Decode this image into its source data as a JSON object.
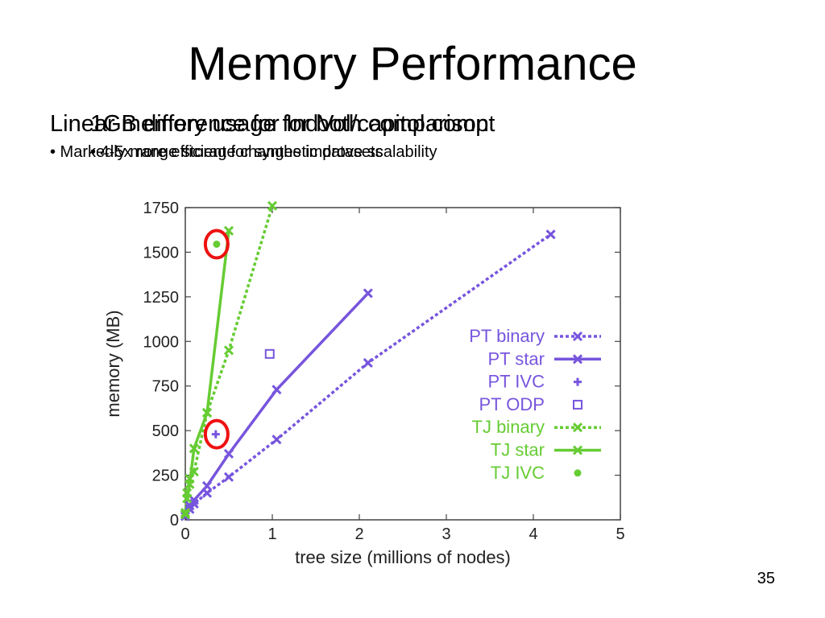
{
  "slide": {
    "title": "Memory Performance",
    "text_a": {
      "line1": "Linear memory usage for both comparison",
      "line2": "• Markedly more efficient for synthetic datasets"
    },
    "text_b": {
      "line1": "1GB difference for IndVol/capitol.compt",
      "line2": "• 4-5x range storage changes improve scalability"
    },
    "page_number": "35"
  },
  "colors": {
    "purple": "#7755dd",
    "green": "#66cc33",
    "highlight": "#ee1111",
    "axis": "#444444"
  },
  "chart_data": {
    "type": "scatter",
    "xlabel": "tree size (millions of nodes)",
    "ylabel": "memory (MB)",
    "xlim": [
      0,
      5
    ],
    "ylim": [
      0,
      1750
    ],
    "xticks": [
      0,
      1,
      2,
      3,
      4,
      5
    ],
    "yticks": [
      0,
      250,
      500,
      750,
      1000,
      1250,
      1500,
      1750
    ],
    "grid": false,
    "legend_position": "right",
    "series": [
      {
        "name": "PT binary",
        "color": "#7755dd",
        "line": "dotted",
        "marker": "x",
        "points": [
          [
            0,
            20
          ],
          [
            0.05,
            60
          ],
          [
            0.1,
            90
          ],
          [
            0.25,
            150
          ],
          [
            0.5,
            240
          ],
          [
            1.05,
            450
          ],
          [
            2.1,
            880
          ],
          [
            4.2,
            1600
          ]
        ]
      },
      {
        "name": "PT star",
        "color": "#7755dd",
        "line": "solid",
        "marker": "x",
        "points": [
          [
            0,
            30
          ],
          [
            0.05,
            80
          ],
          [
            0.1,
            110
          ],
          [
            0.25,
            190
          ],
          [
            0.5,
            370
          ],
          [
            1.05,
            730
          ],
          [
            2.1,
            1270
          ]
        ]
      },
      {
        "name": "PT IVC",
        "color": "#7755dd",
        "line": "none",
        "marker": "plus",
        "points": [
          [
            0.35,
            480
          ]
        ]
      },
      {
        "name": "PT ODP",
        "color": "#7755dd",
        "line": "none",
        "marker": "square",
        "points": [
          [
            0.97,
            930
          ]
        ]
      },
      {
        "name": "TJ binary",
        "color": "#66cc33",
        "line": "dotted",
        "marker": "x",
        "points": [
          [
            0,
            30
          ],
          [
            0.02,
            150
          ],
          [
            0.05,
            230
          ],
          [
            0.1,
            270
          ],
          [
            0.25,
            600
          ],
          [
            0.5,
            950
          ],
          [
            1.0,
            1760
          ]
        ]
      },
      {
        "name": "TJ star",
        "color": "#66cc33",
        "line": "solid",
        "marker": "x",
        "points": [
          [
            0,
            40
          ],
          [
            0.02,
            120
          ],
          [
            0.05,
            200
          ],
          [
            0.1,
            400
          ],
          [
            0.25,
            600
          ],
          [
            0.5,
            1620
          ]
        ]
      },
      {
        "name": "TJ IVC",
        "color": "#66cc33",
        "line": "none",
        "marker": "dot",
        "points": [
          [
            0.36,
            1545
          ]
        ]
      }
    ],
    "highlights": [
      [
        0.36,
        1545
      ],
      [
        0.36,
        480
      ]
    ]
  }
}
